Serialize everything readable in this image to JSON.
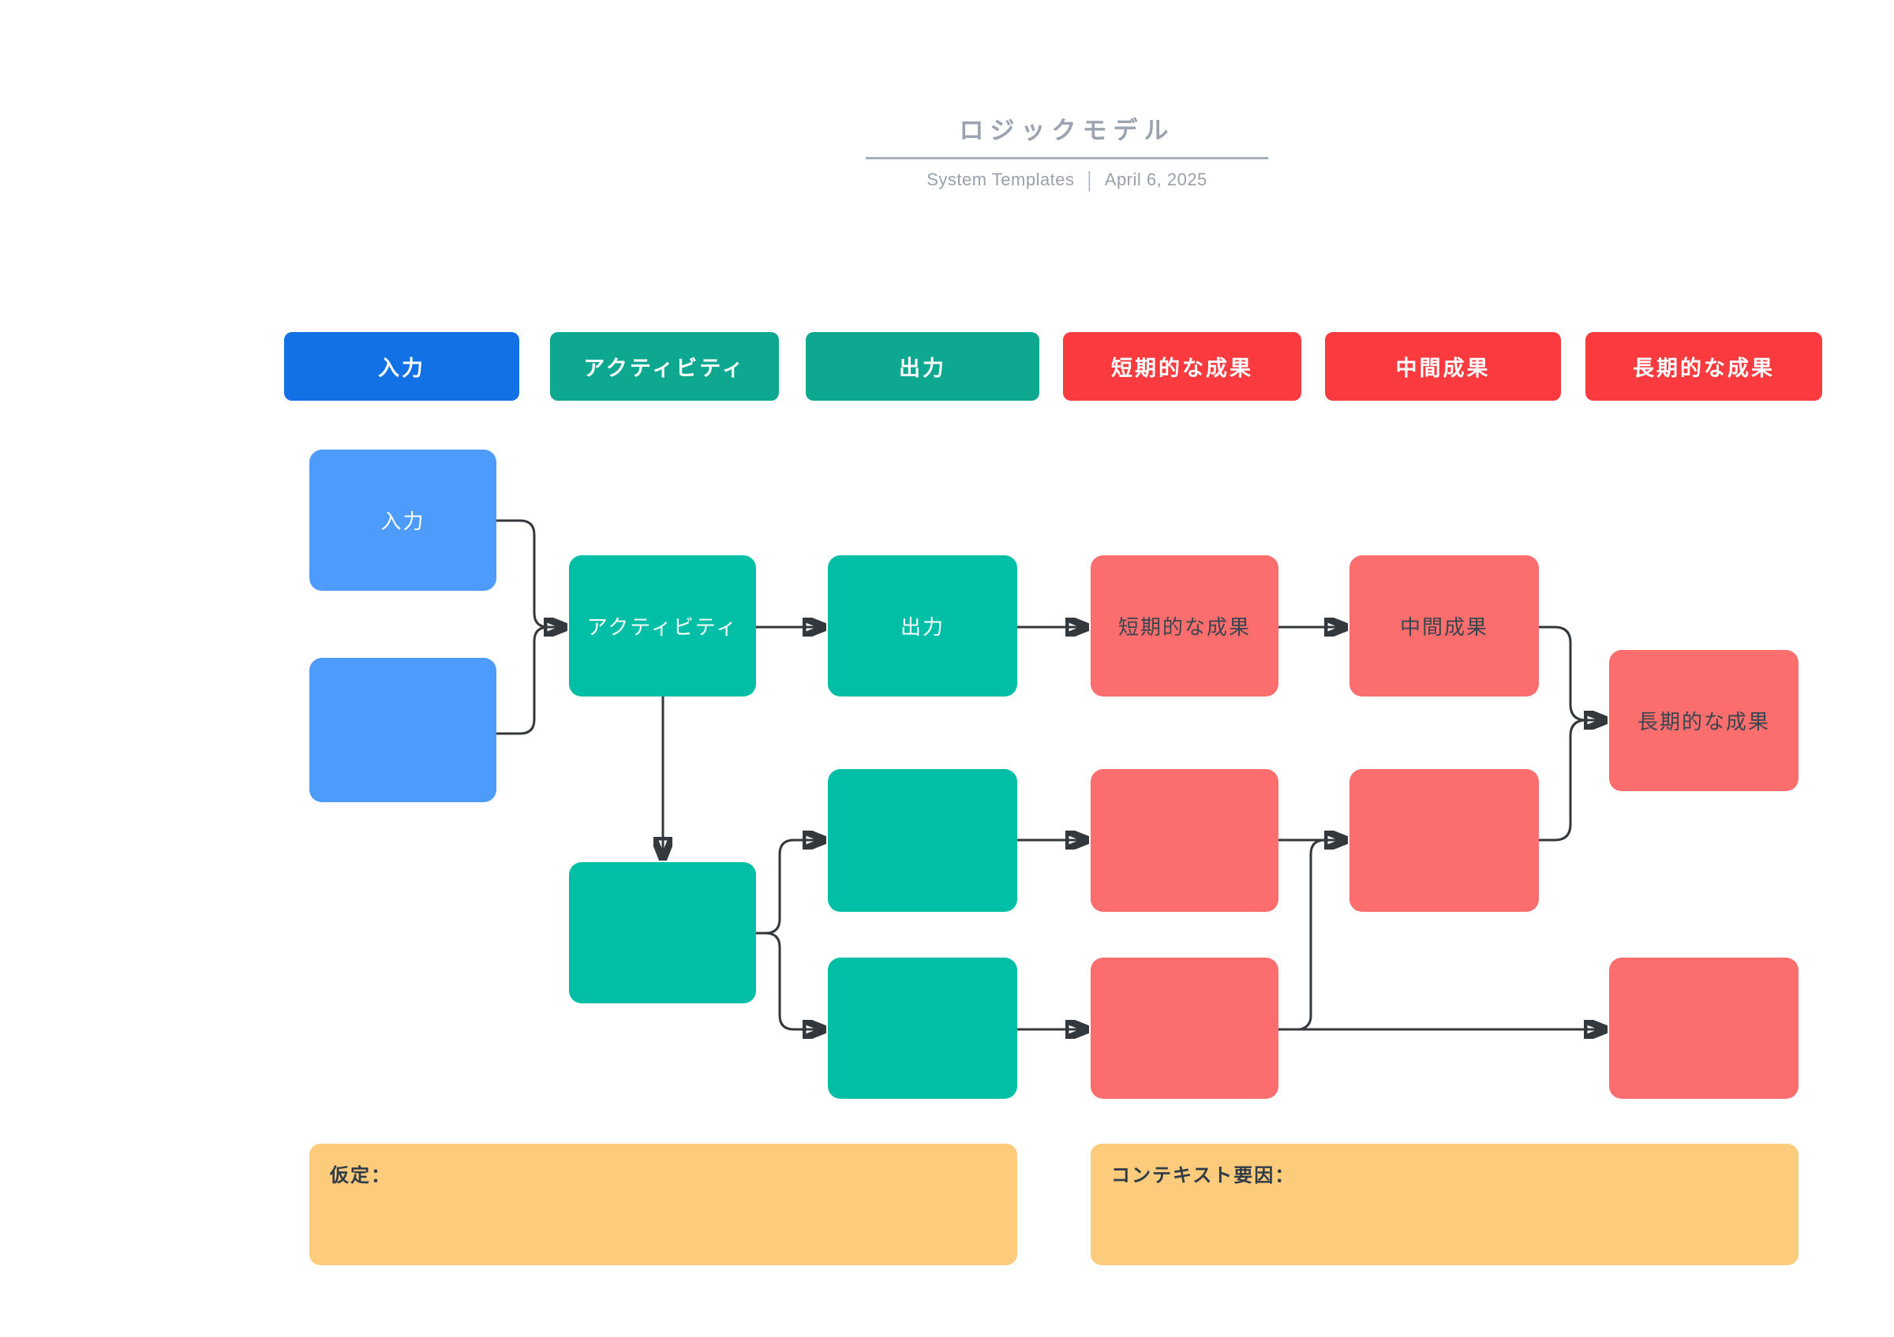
{
  "header": {
    "title": "ロジックモデル",
    "source": "System Templates",
    "separator": "|",
    "date": "April 6, 2025"
  },
  "colors": {
    "legend_blue": "#1171e5",
    "legend_teal": "#0ea78f",
    "legend_red": "#f93b40",
    "node_blue": "#4d9cfb",
    "node_teal": "#01bfa6",
    "node_salmon": "#fc6e6e",
    "node_salmon_text": "#3a454e",
    "note_yellow": "#fccb7b",
    "arrow": "#33383d",
    "title_gray": "#9aa3af"
  },
  "legend": [
    {
      "id": "inputs",
      "label": "入力",
      "color": "#1171e5"
    },
    {
      "id": "activities",
      "label": "アクティビティ",
      "color": "#0ea78f"
    },
    {
      "id": "outputs",
      "label": "出力",
      "color": "#0ea78f"
    },
    {
      "id": "short_term_outcomes",
      "label": "短期的な成果",
      "color": "#f93b40"
    },
    {
      "id": "intermediate_outcomes",
      "label": "中間成果",
      "color": "#f93b40"
    },
    {
      "id": "long_term_outcomes",
      "label": "長期的な成果",
      "color": "#f93b40"
    }
  ],
  "nodes": {
    "input1": {
      "label": "入力"
    },
    "input2": {
      "label": ""
    },
    "activity1": {
      "label": "アクティビティ"
    },
    "activity2": {
      "label": ""
    },
    "output1": {
      "label": "出力"
    },
    "output2": {
      "label": ""
    },
    "output3": {
      "label": ""
    },
    "short1": {
      "label": "短期的な成果"
    },
    "short2": {
      "label": ""
    },
    "short3": {
      "label": ""
    },
    "intermediate1": {
      "label": "中間成果"
    },
    "intermediate2": {
      "label": ""
    },
    "long1": {
      "label": "長期的な成果"
    },
    "long2": {
      "label": ""
    }
  },
  "notes": {
    "assumptions": {
      "label": "仮定："
    },
    "context_factors": {
      "label": "コンテキスト要因："
    }
  }
}
